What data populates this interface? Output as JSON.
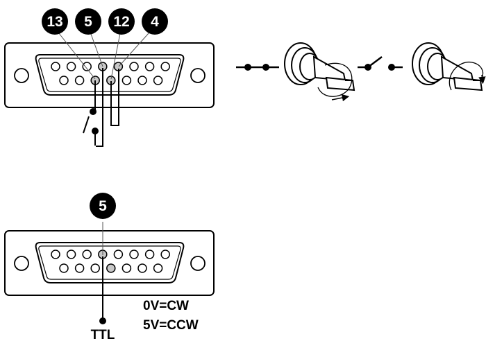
{
  "top_connector": {
    "pin_badges": [
      "13",
      "5",
      "12",
      "4"
    ]
  },
  "bottom_connector": {
    "pin_badges": [
      "5"
    ],
    "signal_label": "TTL",
    "legend": [
      "0V=CW",
      "5V=CCW"
    ]
  },
  "colors": {
    "ink": "#000000",
    "active_pin": "#c8c8c8",
    "background": "#ffffff"
  }
}
